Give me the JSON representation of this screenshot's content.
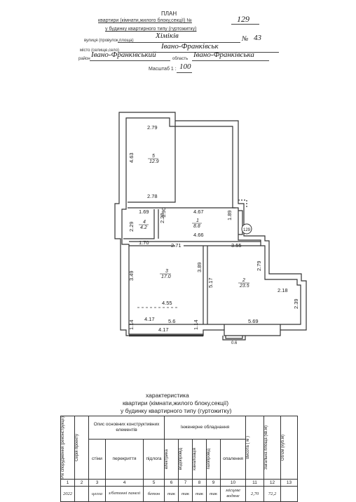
{
  "header": {
    "title": "ПЛАН",
    "line1_label": "квартири (кімнати,жилого блоку,секції) №",
    "line1_value": "129",
    "line2": "у будинку квартирного типу (гуртожитку)",
    "street_value": "Хіміків",
    "street_label": "вулиця (провулок,площа)",
    "house_label": "№",
    "house_value": "43",
    "city_label": "місто (селище,село)",
    "city_value": "Івано-Франківськ",
    "district_label": "район",
    "district_value": "Івано-Франківський",
    "region_label": "область",
    "region_value": "Івано-Франківська",
    "scale_label": "Масштаб 1 :",
    "scale_value": "100"
  },
  "plan": {
    "dimensions": {
      "d1_top": "2.79",
      "d1_side": "4.63",
      "d1_bottom": "2.78",
      "d4_top": "1.69",
      "d4_left": "2.29",
      "d4_right": "2.28",
      "d4_bottom": "1.70",
      "d1_corr_top": "4.67",
      "d1_corr_bottom": "4.66",
      "d1_corr_right": "1.89",
      "d1_corr_left": "1.90",
      "d3_left": "3.49",
      "d3_right": "3.89",
      "d3_top": "2.71",
      "d3_inner": "4.55",
      "d3_bottom": "4.17",
      "d2_top": "3.55",
      "d2_left": "5.17",
      "d2_right": "2.79",
      "d2_step": "2.18",
      "d2_far": "2.39",
      "d2_bottom": "5.69",
      "balc_width": "4.17",
      "balc_left": "1.14",
      "balc_right": "1.14",
      "balc_mid": "5.6",
      "window": "0.6"
    },
    "rooms": [
      {
        "num": "5",
        "area": "12.9"
      },
      {
        "num": "4",
        "area": "4.2"
      },
      {
        "num": "1",
        "area": "8.8"
      },
      {
        "num": "3",
        "area": "17.0"
      },
      {
        "num": "2",
        "area": "23.5"
      }
    ],
    "apartment_marker": "129"
  },
  "characteristics": {
    "title_line1": "характеристика",
    "title_line2": "квартири (кімнати,жилого блоку,секції)",
    "title_line3": "у будинку квартирного типу (гуртожитку)",
    "headers": {
      "year": "Рік спорудження (реконструкції)",
      "series": "Серія проекту",
      "materials_group": "Опис основних конструктивних елементів",
      "walls": "стіни",
      "floors_ceiling": "перекриття",
      "floor": "підлога",
      "engineering_group": "Інженерне обладнання",
      "electricity": "електрика",
      "water": "водопровід",
      "sewer": "каналізація",
      "gas": "газопровід",
      "heating": "опалення",
      "height": "Висота ( м )",
      "total_area": "Загальна площа (кв.м)",
      "volume": "Об'єм (куб.м)"
    },
    "numbers": [
      "1",
      "2",
      "3",
      "4",
      "5",
      "6",
      "7",
      "8",
      "9",
      "10",
      "11",
      "12",
      "13"
    ],
    "values": {
      "year": "2022",
      "series": "",
      "walls": "цегла",
      "floors_ceiling": "з/бетонні панелі",
      "floor": "бетон",
      "electricity": "так",
      "water": "так",
      "sewer": "так",
      "gas": "так",
      "heating": "місцеве водяне",
      "height": "2,70",
      "total_area": "72,2",
      "volume": ""
    }
  }
}
